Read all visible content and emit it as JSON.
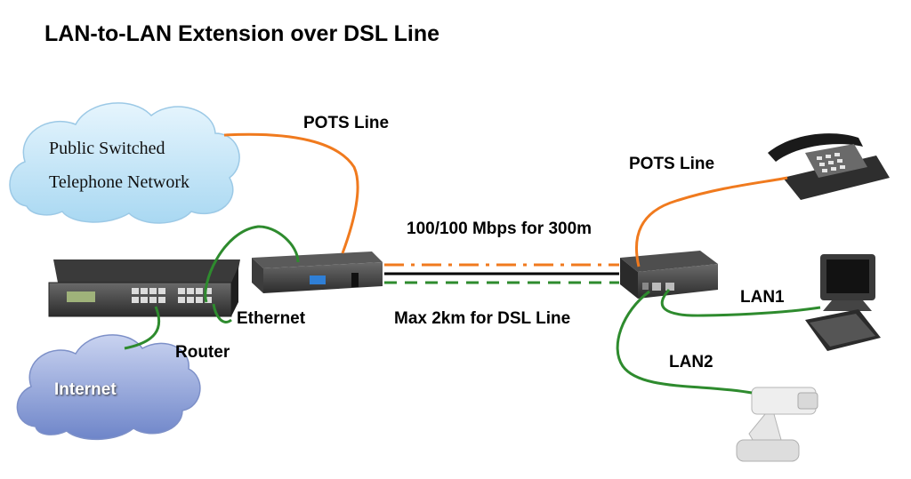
{
  "title": "LAN-to-LAN Extension over DSL Line",
  "cloud_pstn": {
    "line1": "Public Switched",
    "line2": "Telephone Network"
  },
  "cloud_internet": {
    "label": "Internet"
  },
  "labels": {
    "pots_line_top": "POTS Line",
    "pots_line_right": "POTS Line",
    "speed": "100/100 Mbps for 300m",
    "distance": "Max 2km for DSL Line",
    "ethernet": "Ethernet",
    "router": "Router",
    "lan1": "LAN1",
    "lan2": "LAN2"
  },
  "colors": {
    "pots_line": "#f07a1e",
    "ethernet_line": "#2e8b2e",
    "dsl_line": "#000000",
    "cloud_pstn": "#bfe3f7",
    "cloud_internet": "#8fa3d8"
  },
  "icons": [
    "router-device",
    "dsl-modem-left",
    "dsl-modem-right",
    "telephone",
    "computer",
    "ip-camera",
    "pstn-cloud",
    "internet-cloud"
  ]
}
